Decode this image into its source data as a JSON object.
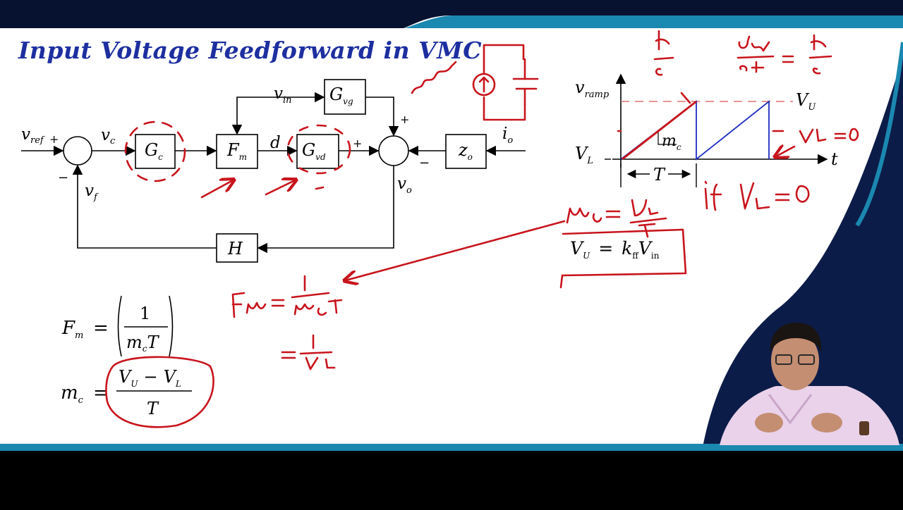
{
  "slide": {
    "title": "Input Voltage Feedforward in VMC"
  },
  "block_diagram": {
    "signals": {
      "v_ref": "v",
      "v_ref_sub": "ref",
      "v_c": "v",
      "v_c_sub": "c",
      "v_in": "v",
      "v_in_sub": "in",
      "d": "d",
      "i_o": "i",
      "i_o_sub": "o",
      "v_o": "v",
      "v_o_sub": "o",
      "v_f": "v",
      "v_f_sub": "f"
    },
    "blocks": {
      "gc": "G",
      "gc_sub": "c",
      "fm": "F",
      "fm_sub": "m",
      "gvd": "G",
      "gvd_sub": "vd",
      "gvg": "G",
      "gvg_sub": "vg",
      "zo": "z",
      "zo_sub": "o",
      "h": "H"
    },
    "signs": {
      "plus": "+",
      "minus": "−"
    }
  },
  "ramp": {
    "v_ramp": "v",
    "v_ramp_sub": "ramp",
    "vu": "V",
    "vu_sub": "U",
    "vl": "V",
    "vl_sub": "L",
    "t": "t",
    "period": "T",
    "slope": "m",
    "slope_sub": "c"
  },
  "equations": {
    "fm_lhs": "F",
    "fm_lhs_sub": "m",
    "eq": "=",
    "one": "1",
    "mc_t": "m",
    "mc_t_sub": "c",
    "mc_t_T": "T",
    "mc_lhs": "m",
    "mc_lhs_sub": "c",
    "num_vu": "V",
    "num_vu_sub": "U",
    "minus": "−",
    "num_vl": "V",
    "num_vl_sub": "L",
    "den_T": "T",
    "box_vu": "V",
    "box_vu_sub": "U",
    "box_k": "k",
    "box_k_sub": "ff",
    "box_vin": "V",
    "box_vin_sub": "in"
  },
  "colors": {
    "title": "#1d2fa0",
    "ink": "#c8141c",
    "ramp_blue": "#1f2fc0",
    "navy": "#0c1c48",
    "teal": "#1b88b0"
  }
}
